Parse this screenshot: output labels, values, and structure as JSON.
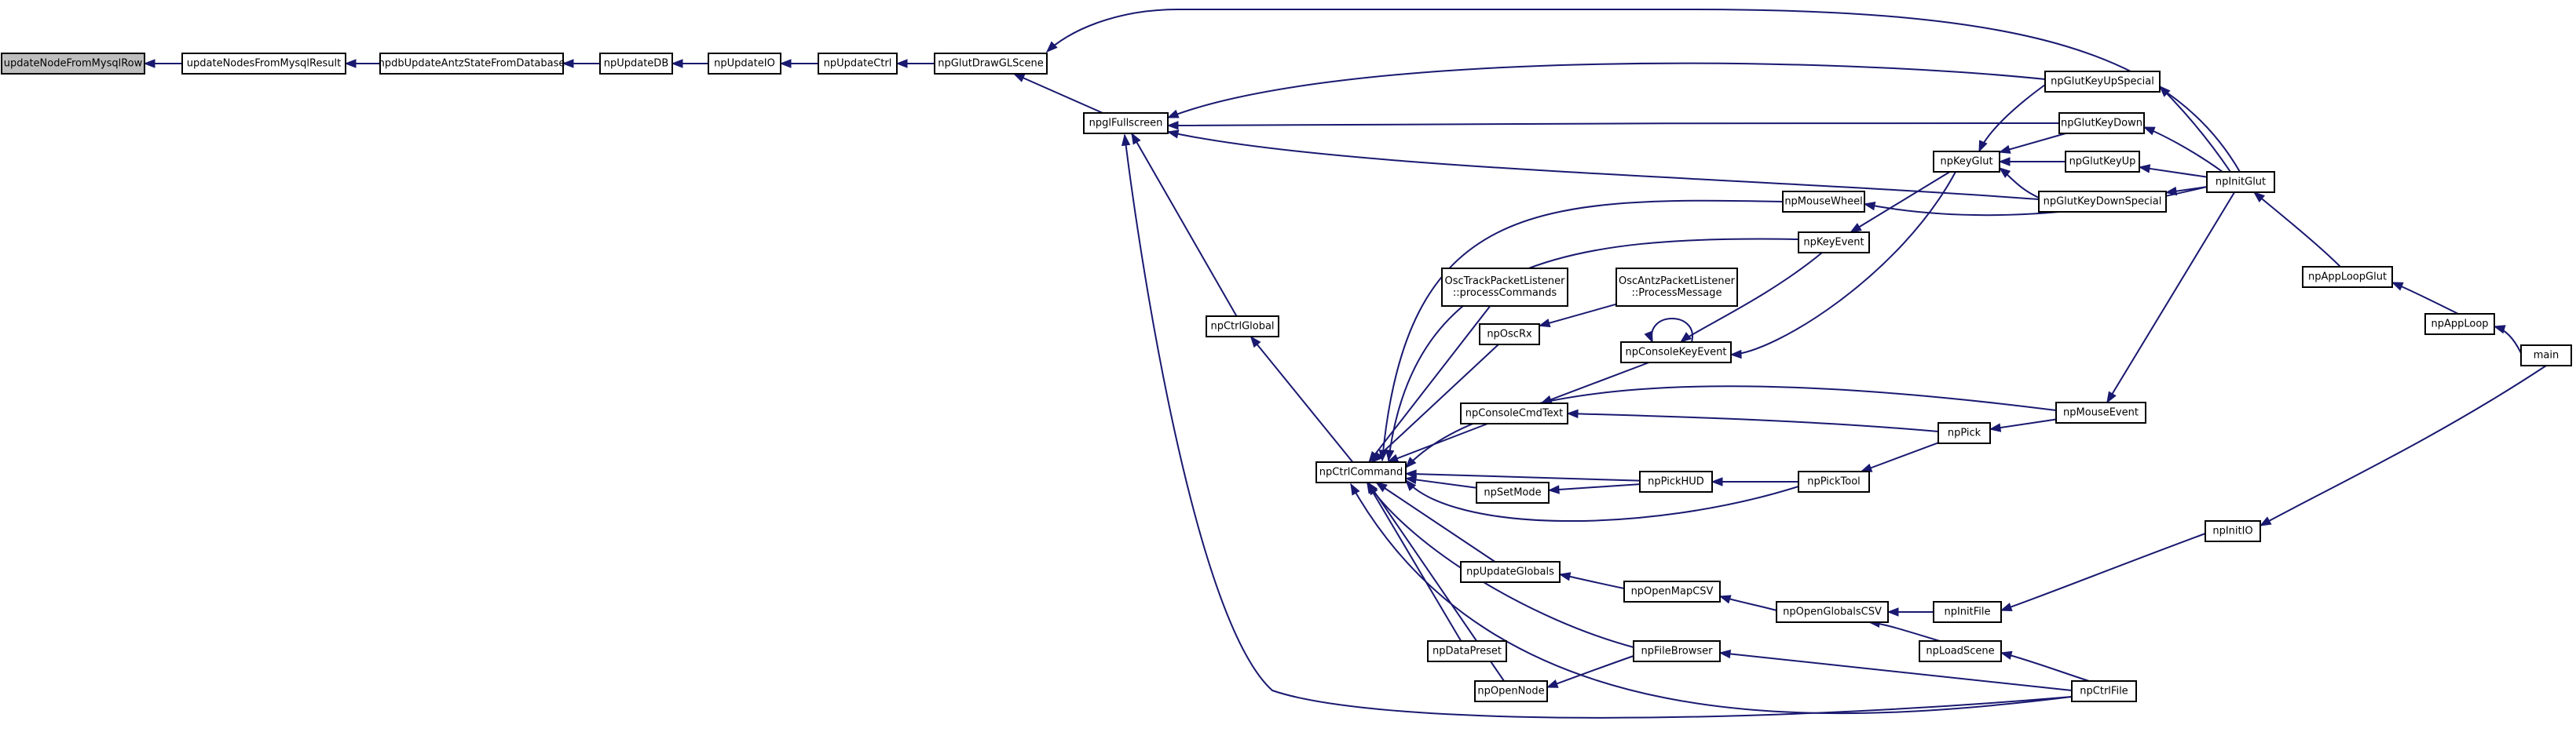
{
  "root": "updateNodeFromMysqlRow",
  "nodes": [
    {
      "id": "updateNodeFromMysqlRow",
      "lines": [
        "updateNodeFromMysqlRow"
      ]
    },
    {
      "id": "updateNodesFromMysqlResult",
      "lines": [
        "updateNodesFromMysqlResult"
      ]
    },
    {
      "id": "npdbUpdateAntzStateFromDatabase",
      "lines": [
        "npdbUpdateAntzStateFromDatabase"
      ]
    },
    {
      "id": "npUpdateDB",
      "lines": [
        "npUpdateDB"
      ]
    },
    {
      "id": "npUpdateIO",
      "lines": [
        "npUpdateIO"
      ]
    },
    {
      "id": "npUpdateCtrl",
      "lines": [
        "npUpdateCtrl"
      ]
    },
    {
      "id": "npGlutDrawGLScene",
      "lines": [
        "npGlutDrawGLScene"
      ]
    },
    {
      "id": "npglFullscreen",
      "lines": [
        "npglFullscreen"
      ]
    },
    {
      "id": "npCtrlGlobal",
      "lines": [
        "npCtrlGlobal"
      ]
    },
    {
      "id": "npCtrlCommand",
      "lines": [
        "npCtrlCommand"
      ]
    },
    {
      "id": "OscTrackPacketListener",
      "lines": [
        "OscTrackPacketListener",
        "::processCommands"
      ]
    },
    {
      "id": "OscAntzPacketListener",
      "lines": [
        "OscAntzPacketListener",
        "::ProcessMessage"
      ]
    },
    {
      "id": "npOscRx",
      "lines": [
        "npOscRx"
      ]
    },
    {
      "id": "npConsoleKeyEvent",
      "lines": [
        "npConsoleKeyEvent"
      ]
    },
    {
      "id": "npConsoleCmdText",
      "lines": [
        "npConsoleCmdText"
      ]
    },
    {
      "id": "npSetMode",
      "lines": [
        "npSetMode"
      ]
    },
    {
      "id": "npPickHUD",
      "lines": [
        "npPickHUD"
      ]
    },
    {
      "id": "npPickTool",
      "lines": [
        "npPickTool"
      ]
    },
    {
      "id": "npPick",
      "lines": [
        "npPick"
      ]
    },
    {
      "id": "npUpdateGlobals",
      "lines": [
        "npUpdateGlobals"
      ]
    },
    {
      "id": "npOpenMapCSV",
      "lines": [
        "npOpenMapCSV"
      ]
    },
    {
      "id": "npOpenGlobalsCSV",
      "lines": [
        "npOpenGlobalsCSV"
      ]
    },
    {
      "id": "npInitFile",
      "lines": [
        "npInitFile"
      ]
    },
    {
      "id": "npDataPreset",
      "lines": [
        "npDataPreset"
      ]
    },
    {
      "id": "npFileBrowser",
      "lines": [
        "npFileBrowser"
      ]
    },
    {
      "id": "npLoadScene",
      "lines": [
        "npLoadScene"
      ]
    },
    {
      "id": "npOpenNode",
      "lines": [
        "npOpenNode"
      ]
    },
    {
      "id": "npCtrlFile",
      "lines": [
        "npCtrlFile"
      ]
    },
    {
      "id": "npMouseWheel",
      "lines": [
        "npMouseWheel"
      ]
    },
    {
      "id": "npKeyEvent",
      "lines": [
        "npKeyEvent"
      ]
    },
    {
      "id": "npKeyGlut",
      "lines": [
        "npKeyGlut"
      ]
    },
    {
      "id": "npGlutKeyUpSpecial",
      "lines": [
        "npGlutKeyUpSpecial"
      ]
    },
    {
      "id": "npGlutKeyDown",
      "lines": [
        "npGlutKeyDown"
      ]
    },
    {
      "id": "npGlutKeyUp",
      "lines": [
        "npGlutKeyUp"
      ]
    },
    {
      "id": "npGlutKeyDownSpecial",
      "lines": [
        "npGlutKeyDownSpecial"
      ]
    },
    {
      "id": "npInitGlut",
      "lines": [
        "npInitGlut"
      ]
    },
    {
      "id": "npMouseEvent",
      "lines": [
        "npMouseEvent"
      ]
    },
    {
      "id": "npAppLoopGlut",
      "lines": [
        "npAppLoopGlut"
      ]
    },
    {
      "id": "npAppLoop",
      "lines": [
        "npAppLoop"
      ]
    },
    {
      "id": "main",
      "lines": [
        "main"
      ]
    },
    {
      "id": "npInitIO",
      "lines": [
        "npInitIO"
      ]
    }
  ],
  "edges": [
    {
      "from": "updateNodesFromMysqlResult",
      "to": "updateNodeFromMysqlRow"
    },
    {
      "from": "npdbUpdateAntzStateFromDatabase",
      "to": "updateNodesFromMysqlResult"
    },
    {
      "from": "npUpdateDB",
      "to": "npdbUpdateAntzStateFromDatabase"
    },
    {
      "from": "npUpdateIO",
      "to": "npUpdateDB"
    },
    {
      "from": "npUpdateCtrl",
      "to": "npUpdateIO"
    },
    {
      "from": "npGlutDrawGLScene",
      "to": "npUpdateCtrl"
    },
    {
      "from": "npglFullscreen",
      "to": "npGlutDrawGLScene"
    },
    {
      "from": "npInitGlut",
      "to": "npGlutDrawGLScene"
    },
    {
      "from": "npCtrlGlobal",
      "to": "npglFullscreen"
    },
    {
      "from": "npGlutKeyUpSpecial",
      "to": "npglFullscreen"
    },
    {
      "from": "npGlutKeyDown",
      "to": "npglFullscreen"
    },
    {
      "from": "npGlutKeyDownSpecial",
      "to": "npglFullscreen"
    },
    {
      "from": "npCtrlFile",
      "to": "npglFullscreen"
    },
    {
      "from": "npCtrlCommand",
      "to": "npCtrlGlobal"
    },
    {
      "from": "npConsoleCmdText",
      "to": "npCtrlCommand"
    },
    {
      "from": "npPickHUD",
      "to": "npCtrlCommand"
    },
    {
      "from": "npSetMode",
      "to": "npCtrlCommand"
    },
    {
      "from": "npPickTool",
      "to": "npCtrlCommand"
    },
    {
      "from": "npOscRx",
      "to": "npCtrlCommand"
    },
    {
      "from": "OscTrackPacketListener",
      "to": "npCtrlCommand"
    },
    {
      "from": "npKeyEvent",
      "to": "npCtrlCommand"
    },
    {
      "from": "npMouseWheel",
      "to": "npCtrlCommand"
    },
    {
      "from": "npUpdateGlobals",
      "to": "npCtrlCommand"
    },
    {
      "from": "npDataPreset",
      "to": "npCtrlCommand"
    },
    {
      "from": "npOpenNode",
      "to": "npCtrlCommand"
    },
    {
      "from": "npFileBrowser",
      "to": "npCtrlCommand"
    },
    {
      "from": "npCtrlFile",
      "to": "npCtrlCommand"
    },
    {
      "from": "npMouseEvent",
      "to": "npCtrlCommand"
    },
    {
      "from": "OscAntzPacketListener",
      "to": "npOscRx"
    },
    {
      "from": "npConsoleKeyEvent",
      "to": "npConsoleCmdText"
    },
    {
      "from": "npConsoleKeyEvent",
      "to": "npConsoleKeyEvent"
    },
    {
      "from": "npKeyGlut",
      "to": "npConsoleKeyEvent"
    },
    {
      "from": "npKeyEvent",
      "to": "npConsoleKeyEvent"
    },
    {
      "from": "npPick",
      "to": "npConsoleCmdText"
    },
    {
      "from": "npPickHUD",
      "to": "npSetMode"
    },
    {
      "from": "npPickTool",
      "to": "npPickHUD"
    },
    {
      "from": "npPick",
      "to": "npPickTool"
    },
    {
      "from": "npMouseEvent",
      "to": "npPick"
    },
    {
      "from": "npOpenMapCSV",
      "to": "npUpdateGlobals"
    },
    {
      "from": "npOpenGlobalsCSV",
      "to": "npOpenMapCSV"
    },
    {
      "from": "npInitFile",
      "to": "npOpenGlobalsCSV"
    },
    {
      "from": "npLoadScene",
      "to": "npOpenGlobalsCSV"
    },
    {
      "from": "npInitIO",
      "to": "npInitFile"
    },
    {
      "from": "npCtrlFile",
      "to": "npLoadScene"
    },
    {
      "from": "npFileBrowser",
      "to": "npOpenNode"
    },
    {
      "from": "npCtrlFile",
      "to": "npFileBrowser"
    },
    {
      "from": "npKeyGlut",
      "to": "npKeyEvent"
    },
    {
      "from": "npGlutKeyUpSpecial",
      "to": "npKeyGlut"
    },
    {
      "from": "npGlutKeyDown",
      "to": "npKeyGlut"
    },
    {
      "from": "npGlutKeyUp",
      "to": "npKeyGlut"
    },
    {
      "from": "npGlutKeyDownSpecial",
      "to": "npKeyGlut"
    },
    {
      "from": "npInitGlut",
      "to": "npGlutKeyUpSpecial"
    },
    {
      "from": "npInitGlut",
      "to": "npGlutKeyDown"
    },
    {
      "from": "npInitGlut",
      "to": "npGlutKeyUp"
    },
    {
      "from": "npInitGlut",
      "to": "npGlutKeyDownSpecial"
    },
    {
      "from": "npInitGlut",
      "to": "npMouseWheel"
    },
    {
      "from": "npInitGlut",
      "to": "npMouseEvent"
    },
    {
      "from": "npAppLoopGlut",
      "to": "npInitGlut"
    },
    {
      "from": "npAppLoop",
      "to": "npAppLoopGlut"
    },
    {
      "from": "main",
      "to": "npAppLoop"
    },
    {
      "from": "main",
      "to": "npInitIO"
    }
  ]
}
